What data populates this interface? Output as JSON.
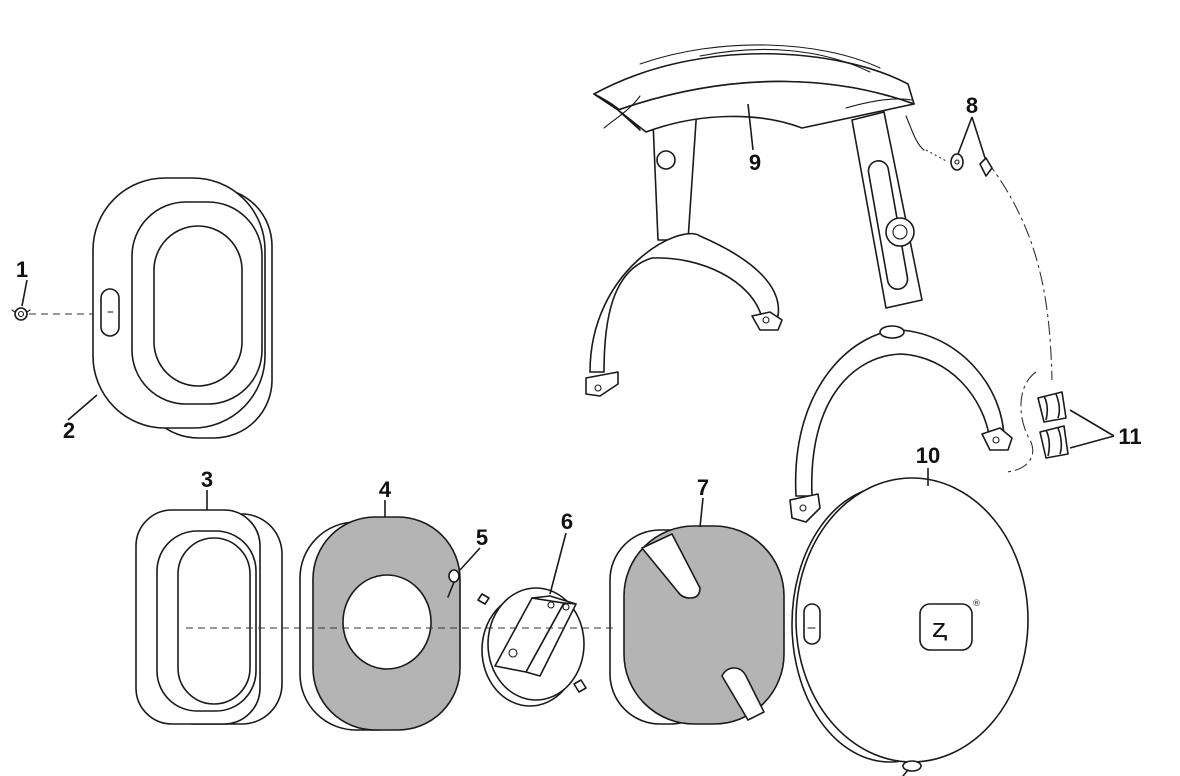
{
  "part_labels": {
    "p1": "1",
    "p2": "2",
    "p3": "3",
    "p4": "4",
    "p5": "5",
    "p6": "6",
    "p7": "7",
    "p8": "8",
    "p9": "9",
    "p10": "10",
    "p11": "11"
  },
  "cup_logo": "ⱬ",
  "registered_mark": "®",
  "colors": {
    "foam_fill": "#b4b4b4",
    "line": "#1a1a1a"
  }
}
